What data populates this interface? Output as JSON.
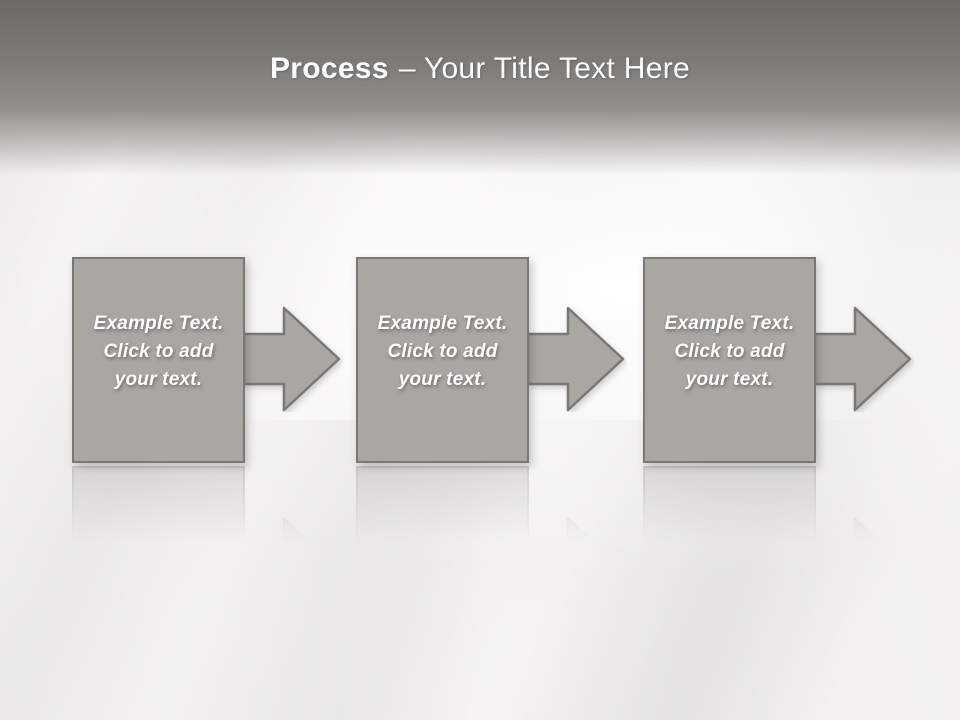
{
  "title": {
    "bold": "Process",
    "regular": "– Your Title Text Here"
  },
  "steps": [
    {
      "lines": [
        "Example Text.",
        "Click to add",
        "your text."
      ]
    },
    {
      "lines": [
        "Example Text.",
        "Click to add",
        "your text."
      ]
    },
    {
      "lines": [
        "Example Text.",
        "Click to add",
        "your text."
      ]
    }
  ],
  "colors": {
    "header_top": "#6b6a64",
    "header_bottom": "#92908a",
    "shape_fill": "#a9a7a1",
    "shape_border": "#7a7872",
    "title_text": "#fdfdfd",
    "step_text": "#ffffff"
  }
}
